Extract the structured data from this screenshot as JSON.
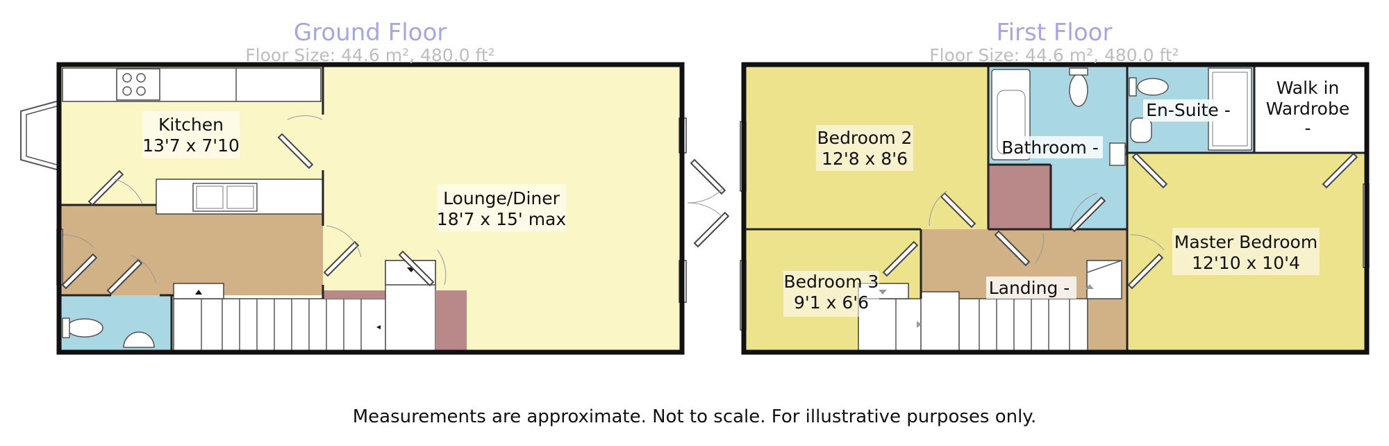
{
  "ground_floor": {
    "title": "Ground Floor",
    "floor_size": "Floor Size: 44.6 m², 480.0 ft²",
    "rooms": [
      {
        "name": "Kitchen",
        "dims": "13'7 x 7'10"
      },
      {
        "name": "Lounge/Diner",
        "dims": "18'7 x 15' max"
      }
    ]
  },
  "first_floor": {
    "title": "First Floor",
    "floor_size": "Floor Size: 44.6 m², 480.0 ft²",
    "rooms": [
      {
        "name": "Bedroom 2",
        "dims": "12'8 x 8'6"
      },
      {
        "name": "Bedroom 3",
        "dims": "9'1 x 6'6"
      },
      {
        "name": "Bathroom -"
      },
      {
        "name": "En-Suite -"
      },
      {
        "name": "Walk in",
        "name2": "Wardrobe",
        "dims": "-"
      },
      {
        "name": "Landing -"
      },
      {
        "name": "Master Bedroom",
        "dims": "12'10 x 10'4"
      }
    ]
  },
  "footer": "Measurements are approximate. Not to scale. For illustrative purposes only.",
  "colors": {
    "yellow_light": "#faf6c6",
    "yellow": "#ede38c",
    "brown": "#d1b186",
    "blue": "#a9d7e3",
    "mauve": "#b98888",
    "title": "#a6a6e6"
  }
}
